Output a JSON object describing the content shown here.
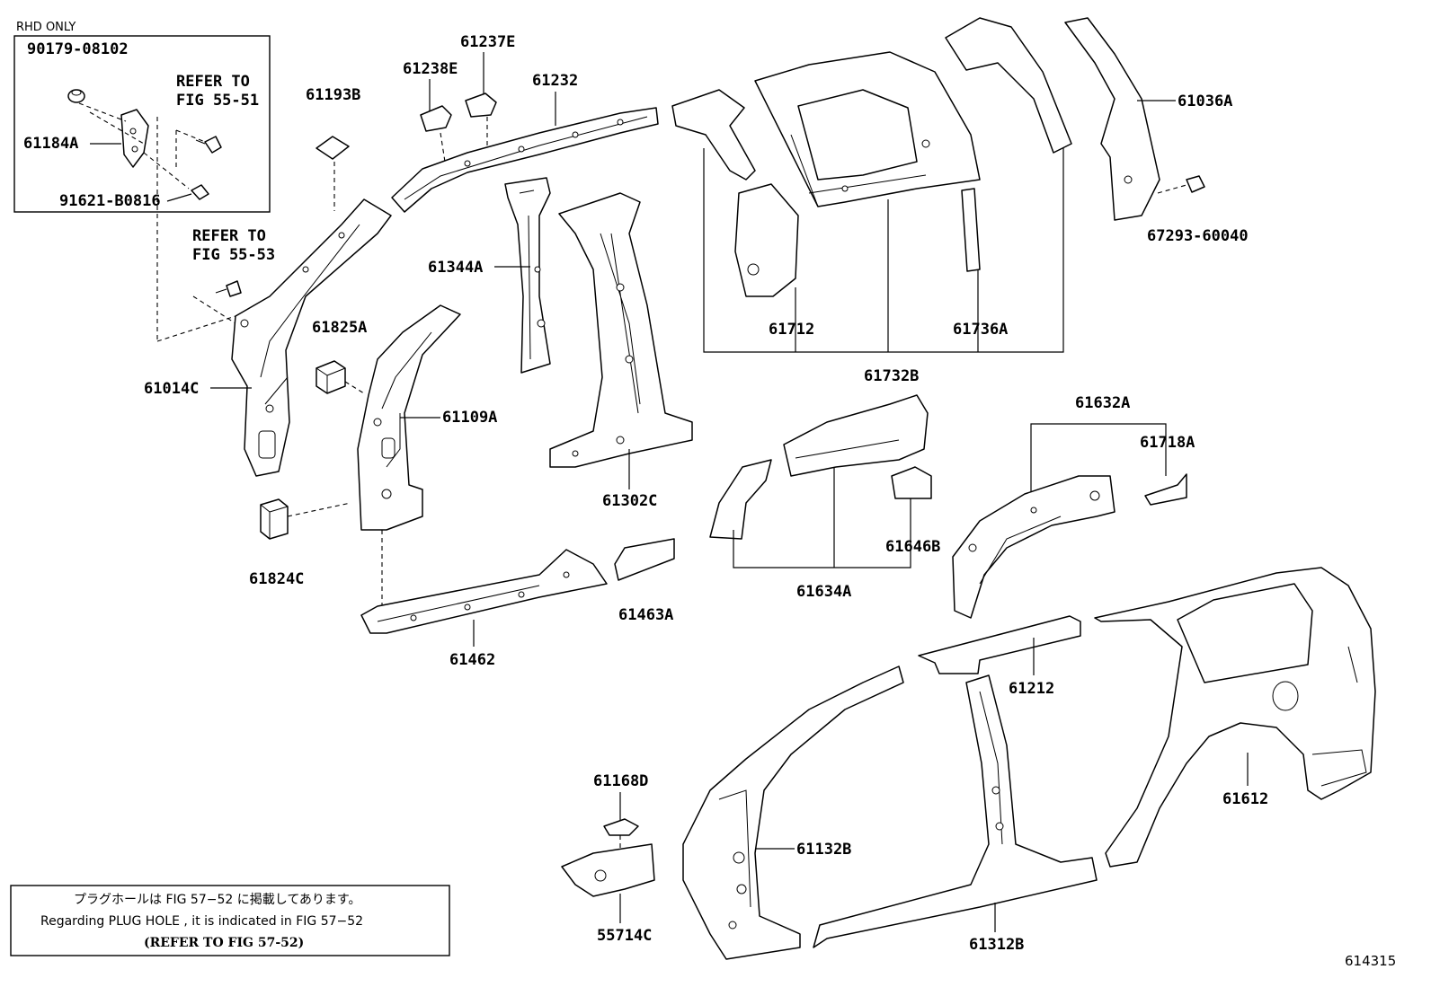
{
  "rhd_label": "RHD ONLY",
  "inset": {
    "refer1_line1": "REFER TO",
    "refer1_line2": "FIG 55-51",
    "part_90179": "90179-08102",
    "part_61184A": "61184A",
    "part_91621": "91621-B0816"
  },
  "refer2_line1": "REFER TO",
  "refer2_line2": "FIG 55-53",
  "parts": {
    "p61193B": "61193B",
    "p61238E": "61238E",
    "p61237E": "61237E",
    "p61232": "61232",
    "p61014C": "61014C",
    "p61825A": "61825A",
    "p61344A": "61344A",
    "p61109A": "61109A",
    "p61302C": "61302C",
    "p61824C": "61824C",
    "p61462": "61462",
    "p61463A": "61463A",
    "p61712": "61712",
    "p61736A": "61736A",
    "p61732B": "61732B",
    "p61036A": "61036A",
    "p67293": "67293-60040",
    "p61632A": "61632A",
    "p61718A": "61718A",
    "p61634A": "61634A",
    "p61646B": "61646B",
    "p61212": "61212",
    "p61612": "61612",
    "p61168D": "61168D",
    "p55714C": "55714C",
    "p61132B": "61132B",
    "p61312B": "61312B"
  },
  "note": {
    "line_jp": "プラグホールは FIG 57−52 に掲載してあります。",
    "line_en": "Regarding  PLUG  HOLE , it is indicated in  FIG  57−52",
    "line_ref": "(REFER TO FIG 57-52)"
  },
  "figure_number": "614315"
}
